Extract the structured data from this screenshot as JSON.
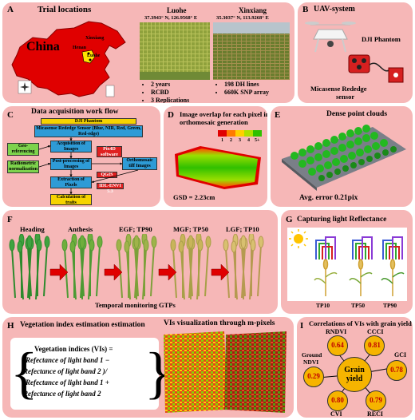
{
  "panelA": {
    "letter": "A",
    "title": "Trial locations",
    "country": "China",
    "map_labels": [
      "Xinxiang",
      "Henan",
      "Luohe"
    ],
    "sites": [
      {
        "name": "Luohe",
        "coords": "37.3943° N, 126.9568° E",
        "bullets": [
          "2 years",
          "RCBD",
          "3 Replications"
        ]
      },
      {
        "name": "Xinxiang",
        "coords": "35.3037° N, 113.9268° E",
        "bullets": [
          "198 DH lines",
          "660K SNP array"
        ]
      }
    ]
  },
  "panelB": {
    "letter": "B",
    "title": "UAV-system",
    "labels": [
      "DJI Phantom",
      "Micasense Rededge sensor"
    ]
  },
  "panelC": {
    "letter": "C",
    "title": "Data acquisition work flow",
    "boxes": {
      "dji": "DJI Phantom",
      "sensor": "Micasense Rededge Sensor (Blue, NIR, Red, Green, Red-edge)",
      "geo": "Geo-referencing",
      "acq": "Acquisition of Images",
      "rad": "Radiometric normalization",
      "post": "Post-processing of Images",
      "pix4d": "Pix4D software",
      "ortho": "Orthomosaic tiff Images",
      "qgis": "QGIS",
      "extract": "Extraction of Pixels",
      "idl": "IDL-ENVI 5.3",
      "calc": "Calculation of traits"
    }
  },
  "panelD": {
    "letter": "D",
    "title": "Image overlap for each pixel in orthomosaic generation",
    "legend": [
      "1",
      "2",
      "3",
      "4",
      "5+"
    ],
    "gsd": "GSD = 2.23cm"
  },
  "panelE": {
    "letter": "E",
    "title": "Dense point clouds",
    "caption": "Avg. error 0.21pix"
  },
  "panelF": {
    "letter": "F",
    "stages": [
      "Heading",
      "Anthesis",
      "EGF; TP90",
      "MGF; TP50",
      "LGF; TP10"
    ],
    "caption": "Temporal monitoring GTPs"
  },
  "panelG": {
    "letter": "G",
    "title": "Capturing light Reflectance",
    "labels": [
      "TP10",
      "TP50",
      "TP90"
    ]
  },
  "panelH": {
    "letter": "H",
    "title": "Vegetation index estimation estimation",
    "vis_title": "VIs visualization through m-pixels",
    "formula": [
      "Vegetation indices (VIs) =",
      "(Refectance of light band 1 −",
      "Refectance of light band 2 )/",
      "(Refectance of light band 1 +",
      "Refectance of light band 2"
    ]
  },
  "panelI": {
    "letter": "I",
    "title": "Correlations of VIs with grain yield",
    "center": "Grain yield",
    "indices": [
      {
        "name": "RNDVI",
        "value": "0.64"
      },
      {
        "name": "CCCI",
        "value": "0.81"
      },
      {
        "name": "GCI",
        "value": "0.78"
      },
      {
        "name": "RECI",
        "value": "0.79"
      },
      {
        "name": "CVI",
        "value": "0.80"
      },
      {
        "name": "Ground NDVI",
        "value": "0.29"
      }
    ]
  },
  "colors": {
    "panel": "#f6b7b7",
    "arrow": "#e00000",
    "box_blue": "#2e9bd6",
    "box_yellow": "#f6d300",
    "box_green": "#7dd34c",
    "box_red": "#e02020",
    "circle": "#f6b400"
  }
}
